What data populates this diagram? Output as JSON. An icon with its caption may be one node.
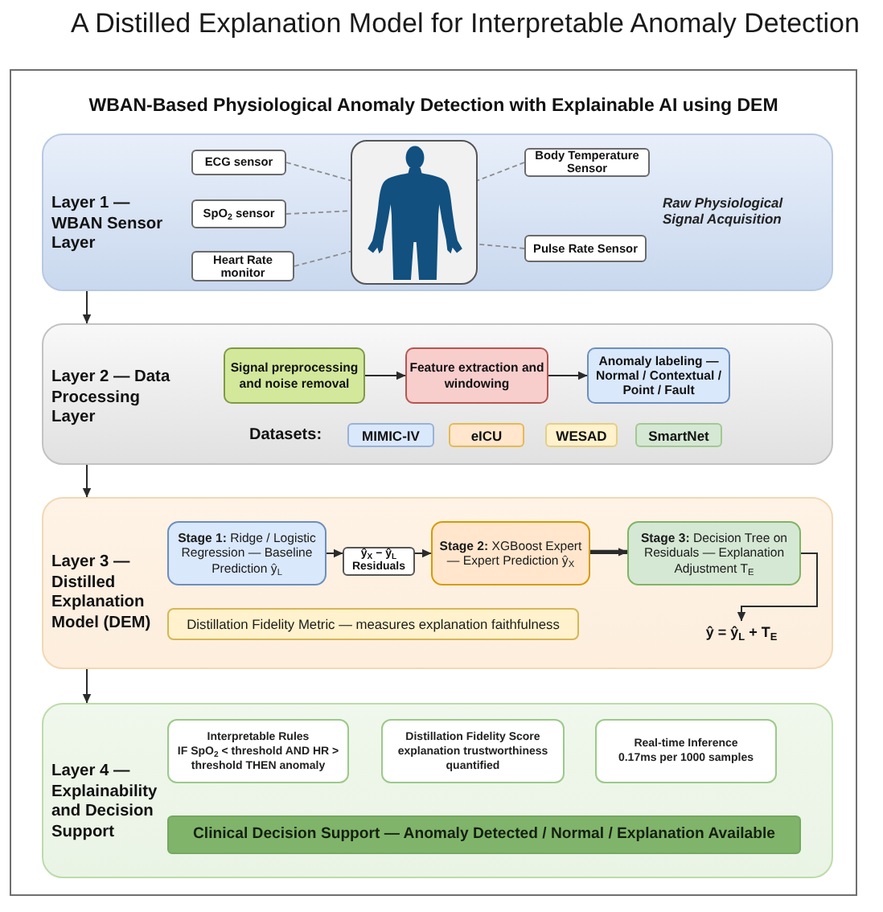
{
  "diagram": {
    "title": "A Distilled Explanation Model for Interpretable Anomaly Detection",
    "nodes": [
      {
        "text": [
          "WBAN-Based Physiological Anomaly Detection with Explainable AI using DEM"
        ]
      },
      {
        "text": [
          "Layer 1 — WBAN Sensor Layer",
          "Raw Physiological Signal Acquisition"
        ],
        "in": 0
      },
      {
        "text": [
          "ECG sensor"
        ],
        "in": 1
      },
      {
        "text": [
          "SpO$_{2}$ sensor"
        ],
        "in": 1
      },
      {
        "text": [
          "Heart Rate monitor"
        ],
        "in": 1
      },
      {
        "text": [],
        "shape": "person",
        "in": 1
      },
      {
        "text": [
          "Body Temperature Sensor"
        ],
        "in": 1
      },
      {
        "text": [
          "Pulse Rate Sensor"
        ],
        "in": 1
      },
      {
        "text": [
          "Layer 2 — Data Processing Layer"
        ],
        "in": 0
      },
      {
        "text": [
          "Signal preprocessing and noise removal"
        ],
        "in": 8
      },
      {
        "text": [
          "Feature extraction and windowing"
        ],
        "in": 8
      },
      {
        "text": [
          "Anomaly labeling — Normal / Contextual / Point / Fault"
        ],
        "in": 8
      },
      {
        "text": [
          "MIMIC-IV"
        ],
        "in": 8
      },
      {
        "text": [
          "eICU"
        ],
        "in": 8
      },
      {
        "text": [
          "WESAD"
        ],
        "in": 8
      },
      {
        "text": [
          "SmartNet"
        ],
        "in": 8
      },
      {
        "text": [
          "Layer 3 — Distilled Explanation Model (DEM)"
        ],
        "in": 0
      },
      {
        "text": [
          "**Stage 1:** Ridge / Logistic Regression — Baseline Prediction ŷ$_{L}$"
        ],
        "in": 16
      },
      {
        "text": [
          "ŷ$_{X}$ − ŷ$_{L}$",
          "Residuals"
        ],
        "in": 16
      },
      {
        "text": [
          "**Stage 2:** XGBoost Expert — Expert Prediction ŷ$_{X}$"
        ],
        "in": 16
      },
      {
        "text": [
          "**Stage 3:** Decision Tree on Residuals — Explanation Adjustment T$_{E}$"
        ],
        "in": 16
      },
      {
        "text": [
          "Distillation Fidelity Metric — measures explanation faithfulness"
        ],
        "in": 16
      },
      {
        "text": [
          "ŷ = ŷ$_{L}$ + T$_{E}$"
        ],
        "in": 16
      },
      {
        "text": [
          "Layer 4 — Explainability and Decision Support"
        ],
        "in": 0
      },
      {
        "text": [
          "Interpretable Rules",
          "IF SpO$_{2}$ < threshold AND HR > threshold THEN anomaly"
        ],
        "in": 23
      },
      {
        "text": [
          "Distillation Fidelity Score",
          "explanation trustworthiness quantified"
        ],
        "in": 23
      },
      {
        "text": [
          "Real-time Inference",
          "0.17ms per 1000 samples"
        ],
        "in": 23
      },
      {
        "text": [
          "Clinical Decision Support — Anomaly Detected / Normal / Explanation Available"
        ],
        "in": 23
      }
    ],
    "edges": [
      {
        "from": 2,
        "to": 5,
        "arrow": "none",
        "style": "dashed",
        "color": "#8c8c8c"
      },
      {
        "from": 3,
        "to": 5,
        "arrow": "none",
        "style": "dashed",
        "color": "#8c8c8c"
      },
      {
        "from": 4,
        "to": 5,
        "arrow": "none",
        "style": "dashed",
        "color": "#8c8c8c"
      },
      {
        "from": 6,
        "to": 5,
        "arrow": "none",
        "style": "dashed",
        "color": "#8c8c8c"
      },
      {
        "from": 7,
        "to": 5,
        "arrow": "none",
        "style": "dashed",
        "color": "#8c8c8c"
      },
      {
        "from": 1,
        "to": 8,
        "arrow": "to"
      },
      {
        "from": 9,
        "to": 10,
        "arrow": "to"
      },
      {
        "from": 10,
        "to": 11,
        "arrow": "to"
      },
      {
        "from": 8,
        "to": 16,
        "arrow": "to"
      },
      {
        "from": 17,
        "to": 18,
        "arrow": "to"
      },
      {
        "from": 18,
        "to": 19,
        "arrow": "to"
      },
      {
        "from": 19,
        "to": 20,
        "arrow": "to",
        "style": "thick"
      },
      {
        "from": 20,
        "to": 22,
        "arrow": "to"
      },
      {
        "from": 16,
        "to": 23,
        "arrow": "to"
      }
    ],
    "labels": [
      "Datasets:"
    ]
  }
}
